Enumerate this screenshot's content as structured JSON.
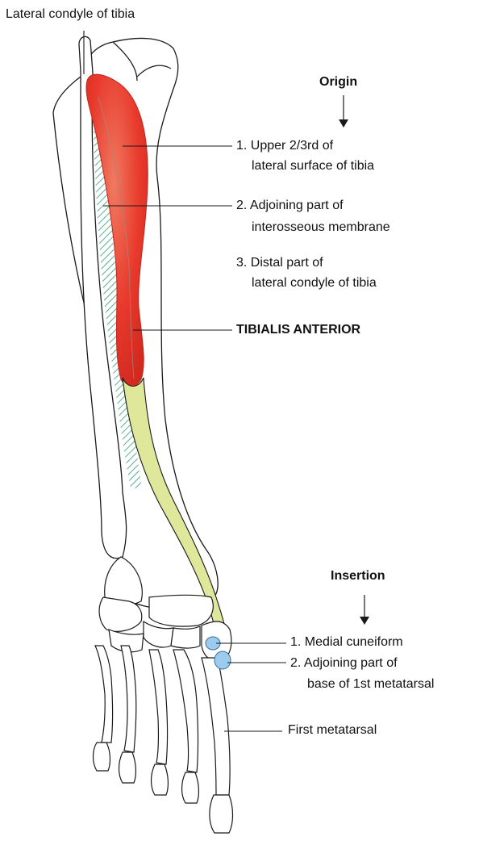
{
  "labels": {
    "lateral_condyle": "Lateral condyle of tibia",
    "origin": {
      "heading": "Origin",
      "item1_line1": "1. Upper 2/3rd of",
      "item1_line2": "lateral surface of tibia",
      "item2_line1": "2. Adjoining part of",
      "item2_line2": "interosseous membrane",
      "item3_line1": "3. Distal part of",
      "item3_line2": "lateral condyle of tibia"
    },
    "muscle": "TIBIALIS ANTERIOR",
    "insertion": {
      "heading": "Insertion",
      "item1": "1. Medial cuneiform",
      "item2_line1": "2. Adjoining part of",
      "item2_line2": "base of 1st metatarsal"
    },
    "first_metatarsal": "First metatarsal"
  },
  "colors": {
    "muscle": "#e8392c",
    "tendon": "#dfe79a",
    "insertion": "#9ccbef",
    "membrane": "#2f9a72",
    "bone_outline": "#1a1a1a"
  }
}
